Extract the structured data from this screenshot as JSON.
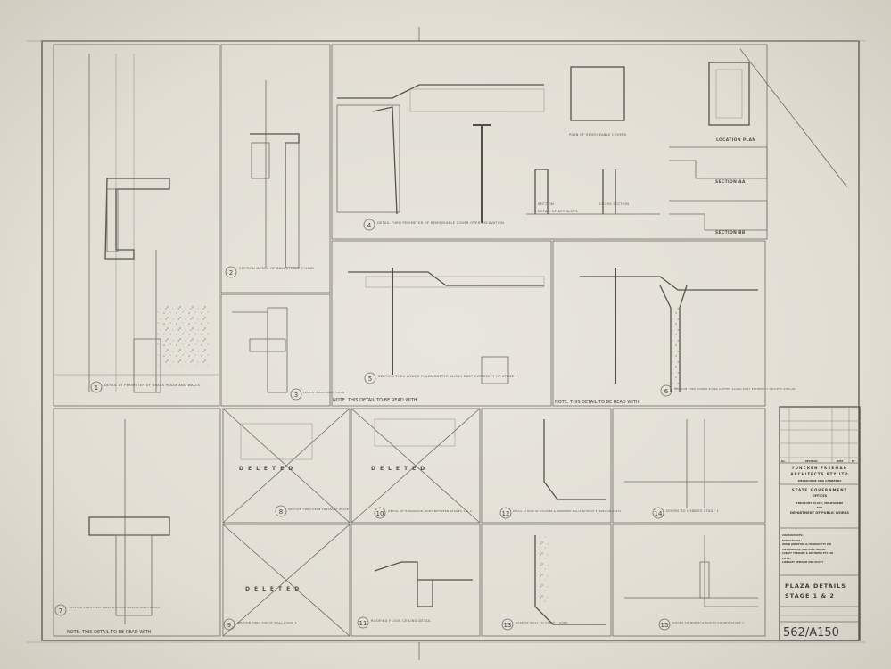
{
  "sheet": {
    "paper_color": "#e4e0d6",
    "line_color": "#6d6c66",
    "details": [
      {
        "number": "1",
        "caption": "DETAIL AT PERIMETER OF GRASS PLAZA AND WALLS"
      },
      {
        "number": "2",
        "caption": "SECTION DETAIL OF BALUSTRADE FIXING"
      },
      {
        "number": "3",
        "caption": "PLAN OF BALUSTRADE FIXING"
      },
      {
        "number": "4",
        "caption": "DETAIL THRU PERIMETER OF REMOVEABLE COVER OVER EXCAVATION"
      },
      {
        "number": "5",
        "caption": "SECTION THRU LOWER PLAZA GUTTER ALONG EAST EXTREMITY OF STAGE 1"
      },
      {
        "number": "6",
        "caption": "SECTION THRU LOWER PLAZA GUTTER ALONG EAST EXTREMITY OUTLETS SIMILAR"
      },
      {
        "number": "7",
        "caption": "SECTION THRU WEST WALL & STAGE WALL & AUDITORIUM"
      },
      {
        "number": "8",
        "caption": "SECTION THRU KERB TREASURY PLACE"
      },
      {
        "number": "9",
        "caption": "SECTION THRU TOP OF WALL STAGE 1"
      },
      {
        "number": "10",
        "caption": "DETAIL OF EXPANSION JOINT BETWEEN STAGES 1 & 2"
      },
      {
        "number": "11",
        "caption": "ROOFING FLOOR CEILING DETAIL"
      },
      {
        "number": "12",
        "caption": "DETAIL AT BASE OF COLUMNS & RENDERED WALLS WITHOUT EXPANSION JOINTS"
      },
      {
        "number": "13",
        "caption": "BASE OF WALL TO STAGE 1 CORE"
      },
      {
        "number": "14",
        "caption": "DOORS TO LOBBIES STAGE 1"
      },
      {
        "number": "15",
        "caption": "DOORS TO NORTH & SOUTH COURTS STAGE 1"
      }
    ],
    "labels": {
      "plan_of_covers": "PLAN OF REMOVEABLE COVERS",
      "section": "SECTION",
      "cross_section": "CROSS SECTION",
      "key_slots": "DETAIL OF KEY SLOTS",
      "location_plan": "LOCATION PLAN",
      "section_aa": "SECTION AA",
      "section_bb": "SECTION BB",
      "deleted": "DELETED",
      "note": "NOTE. THIS DETAIL TO BE READ WITH"
    }
  },
  "title_block": {
    "revision_header": {
      "no": "No.",
      "revision": "REVISION",
      "date": "DATE",
      "by": "BY"
    },
    "architect": "YUNCKEN FREEMAN",
    "architect_line2": "ARCHITECTS PTY LTD",
    "architect_location": "MELBOURNE AND CANBERRA",
    "project": "STATE GOVERNMENT",
    "project_line2": "OFFICES",
    "address": "TREASURY PLACE, MELBOURNE",
    "for": "FOR",
    "client": "DEPARTMENT OF PUBLIC WORKS",
    "consultants_label": "CONSULTANTS:",
    "structural_label": "STRUCTURAL:",
    "structural": "IRWIN JOHNSTON & HODDON PTY LTD",
    "mechanical_label": "MECHANICAL AND ELECTRICAL:",
    "mechanical": "LOBLEY THROSBY & PARTNERS PTY LTD",
    "lifts_label": "LIFTS:",
    "lifts": "LINDSLEY REMAINE AND SCOTT",
    "drawing_title": "PLAZA  DETAILS",
    "drawing_title_line2": "STAGE  1 & 2",
    "drawing_number": "562/A150"
  }
}
